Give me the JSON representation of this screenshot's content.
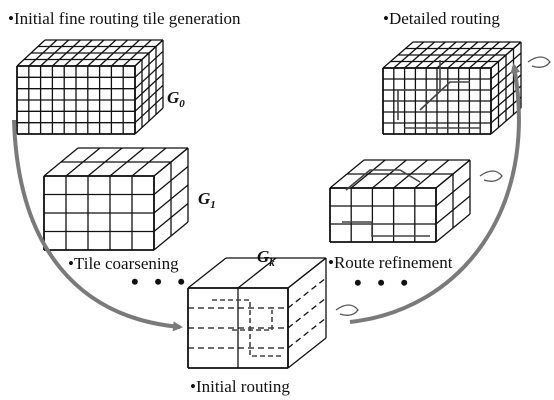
{
  "labels": {
    "initial_generation": "•Initial fine routing tile generation",
    "tile_coarsening": "•Tile coarsening",
    "initial_routing": "•Initial routing",
    "route_refinement": "•Route refinement",
    "detailed_routing": "•Detailed routing"
  },
  "graph_levels": {
    "g0": {
      "base": "G",
      "sub": "0"
    },
    "g1": {
      "base": "G",
      "sub": "1"
    },
    "gk": {
      "base": "G",
      "sub": "k"
    }
  },
  "ellipsis": "• • •",
  "colors": {
    "grid_line": "#111111",
    "flow_arrow": "#7a7a7a",
    "route_line": "#444444"
  }
}
